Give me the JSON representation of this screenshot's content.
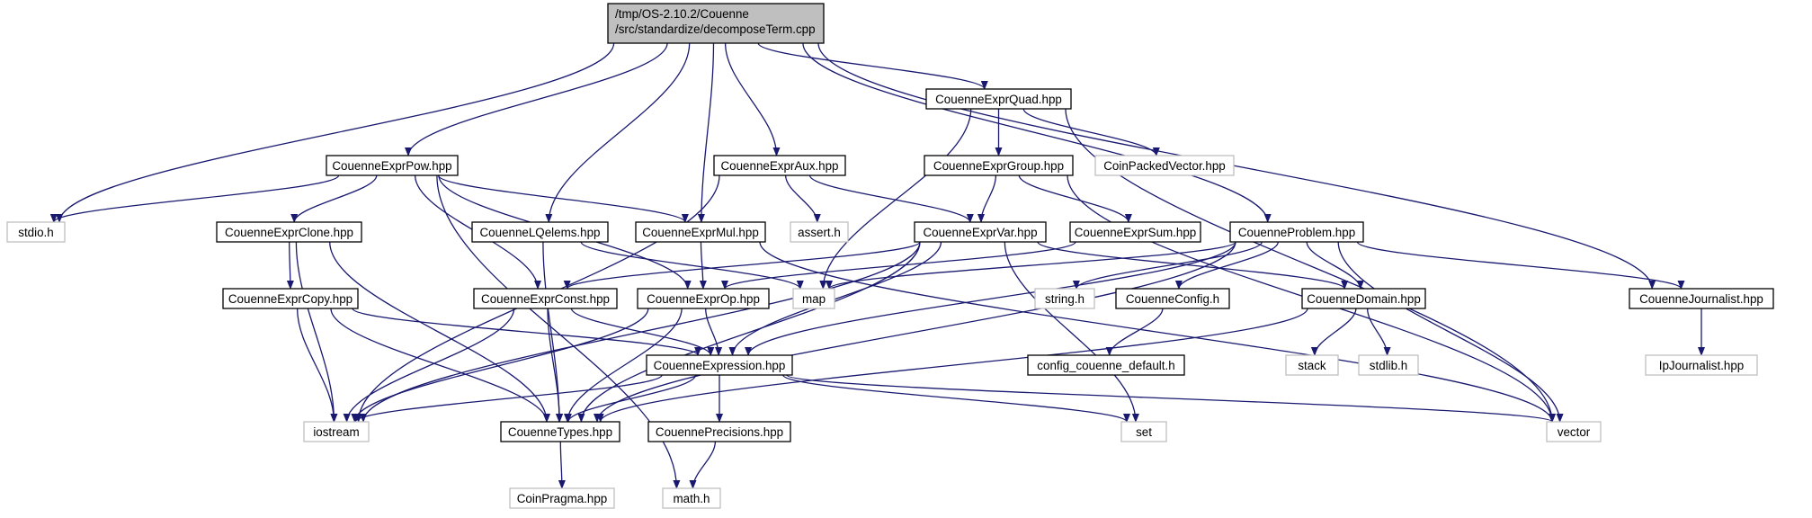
{
  "colors": {
    "root_fill": "#bfbfbf",
    "root_stroke": "#000000",
    "node_fill": "#ffffff",
    "node_stroke": "#000000",
    "external_stroke": "#bfbfbf",
    "edge": "#191970"
  },
  "nodes": [
    {
      "id": "root",
      "kind": "root",
      "lines": [
        "/tmp/OS-2.10.2/Couenne",
        "/src/standardize/decomposeTerm.cpp"
      ]
    },
    {
      "id": "quad",
      "kind": "normal",
      "lines": [
        "CouenneExprQuad.hpp"
      ]
    },
    {
      "id": "pow",
      "kind": "normal",
      "lines": [
        "CouenneExprPow.hpp"
      ]
    },
    {
      "id": "aux",
      "kind": "normal",
      "lines": [
        "CouenneExprAux.hpp"
      ]
    },
    {
      "id": "group",
      "kind": "normal",
      "lines": [
        "CouenneExprGroup.hpp"
      ]
    },
    {
      "id": "coinpv",
      "kind": "external",
      "lines": [
        "CoinPackedVector.hpp"
      ]
    },
    {
      "id": "stdio",
      "kind": "external",
      "lines": [
        "stdio.h"
      ]
    },
    {
      "id": "clone",
      "kind": "normal",
      "lines": [
        "CouenneExprClone.hpp"
      ]
    },
    {
      "id": "lqelems",
      "kind": "normal",
      "lines": [
        "CouenneLQelems.hpp"
      ]
    },
    {
      "id": "mul",
      "kind": "normal",
      "lines": [
        "CouenneExprMul.hpp"
      ]
    },
    {
      "id": "assert",
      "kind": "external",
      "lines": [
        "assert.h"
      ]
    },
    {
      "id": "var",
      "kind": "normal",
      "lines": [
        "CouenneExprVar.hpp"
      ]
    },
    {
      "id": "sum",
      "kind": "normal",
      "lines": [
        "CouenneExprSum.hpp"
      ]
    },
    {
      "id": "problem",
      "kind": "normal",
      "lines": [
        "CouenneProblem.hpp"
      ]
    },
    {
      "id": "copy",
      "kind": "normal",
      "lines": [
        "CouenneExprCopy.hpp"
      ]
    },
    {
      "id": "const",
      "kind": "normal",
      "lines": [
        "CouenneExprConst.hpp"
      ]
    },
    {
      "id": "op",
      "kind": "normal",
      "lines": [
        "CouenneExprOp.hpp"
      ]
    },
    {
      "id": "map",
      "kind": "external",
      "lines": [
        "map"
      ]
    },
    {
      "id": "string",
      "kind": "external",
      "lines": [
        "string.h"
      ]
    },
    {
      "id": "config",
      "kind": "normal",
      "lines": [
        "CouenneConfig.h"
      ]
    },
    {
      "id": "domain",
      "kind": "normal",
      "lines": [
        "CouenneDomain.hpp"
      ]
    },
    {
      "id": "journalist",
      "kind": "normal",
      "lines": [
        "CouenneJournalist.hpp"
      ]
    },
    {
      "id": "expression",
      "kind": "normal",
      "lines": [
        "CouenneExpression.hpp"
      ]
    },
    {
      "id": "configdef",
      "kind": "normal",
      "lines": [
        "config_couenne_default.h"
      ]
    },
    {
      "id": "stack",
      "kind": "external",
      "lines": [
        "stack"
      ]
    },
    {
      "id": "stdlib",
      "kind": "external",
      "lines": [
        "stdlib.h"
      ]
    },
    {
      "id": "ipj",
      "kind": "external",
      "lines": [
        "IpJournalist.hpp"
      ]
    },
    {
      "id": "iostream",
      "kind": "external",
      "lines": [
        "iostream"
      ]
    },
    {
      "id": "types",
      "kind": "normal",
      "lines": [
        "CouenneTypes.hpp"
      ]
    },
    {
      "id": "precisions",
      "kind": "normal",
      "lines": [
        "CouennePrecisions.hpp"
      ]
    },
    {
      "id": "set",
      "kind": "external",
      "lines": [
        "set"
      ]
    },
    {
      "id": "vector",
      "kind": "external",
      "lines": [
        "vector"
      ]
    },
    {
      "id": "coinpragma",
      "kind": "external",
      "lines": [
        "CoinPragma.hpp"
      ]
    },
    {
      "id": "math",
      "kind": "external",
      "lines": [
        "math.h"
      ]
    }
  ],
  "edges": [
    [
      "root",
      "quad"
    ],
    [
      "root",
      "pow"
    ],
    [
      "root",
      "aux"
    ],
    [
      "root",
      "stdio"
    ],
    [
      "root",
      "lqelems"
    ],
    [
      "root",
      "mul"
    ],
    [
      "root",
      "problem"
    ],
    [
      "root",
      "journalist"
    ],
    [
      "quad",
      "group"
    ],
    [
      "quad",
      "coinpv"
    ],
    [
      "quad",
      "map"
    ],
    [
      "quad",
      "vector"
    ],
    [
      "pow",
      "stdio"
    ],
    [
      "pow",
      "clone"
    ],
    [
      "pow",
      "mul"
    ],
    [
      "pow",
      "const"
    ],
    [
      "pow",
      "op"
    ],
    [
      "pow",
      "math"
    ],
    [
      "aux",
      "assert"
    ],
    [
      "aux",
      "var"
    ],
    [
      "aux",
      "iostream"
    ],
    [
      "group",
      "var"
    ],
    [
      "group",
      "sum"
    ],
    [
      "group",
      "vector"
    ],
    [
      "clone",
      "copy"
    ],
    [
      "clone",
      "iostream"
    ],
    [
      "clone",
      "types"
    ],
    [
      "lqelems",
      "types"
    ],
    [
      "lqelems",
      "map"
    ],
    [
      "mul",
      "op"
    ],
    [
      "mul",
      "vector"
    ],
    [
      "var",
      "const"
    ],
    [
      "var",
      "domain"
    ],
    [
      "var",
      "expression"
    ],
    [
      "var",
      "types"
    ],
    [
      "var",
      "iostream"
    ],
    [
      "var",
      "set"
    ],
    [
      "sum",
      "op"
    ],
    [
      "problem",
      "map"
    ],
    [
      "problem",
      "string"
    ],
    [
      "problem",
      "config"
    ],
    [
      "problem",
      "domain"
    ],
    [
      "problem",
      "journalist"
    ],
    [
      "problem",
      "expression"
    ],
    [
      "problem",
      "types"
    ],
    [
      "problem",
      "vector"
    ],
    [
      "copy",
      "expression"
    ],
    [
      "copy",
      "types"
    ],
    [
      "copy",
      "iostream"
    ],
    [
      "const",
      "expression"
    ],
    [
      "const",
      "types"
    ],
    [
      "const",
      "iostream"
    ],
    [
      "op",
      "expression"
    ],
    [
      "op",
      "types"
    ],
    [
      "op",
      "iostream"
    ],
    [
      "config",
      "configdef"
    ],
    [
      "domain",
      "stack"
    ],
    [
      "domain",
      "stdlib"
    ],
    [
      "domain",
      "types"
    ],
    [
      "journalist",
      "ipj"
    ],
    [
      "expression",
      "iostream"
    ],
    [
      "expression",
      "types"
    ],
    [
      "expression",
      "precisions"
    ],
    [
      "expression",
      "set"
    ],
    [
      "expression",
      "vector"
    ],
    [
      "types",
      "coinpragma"
    ],
    [
      "precisions",
      "math"
    ]
  ]
}
